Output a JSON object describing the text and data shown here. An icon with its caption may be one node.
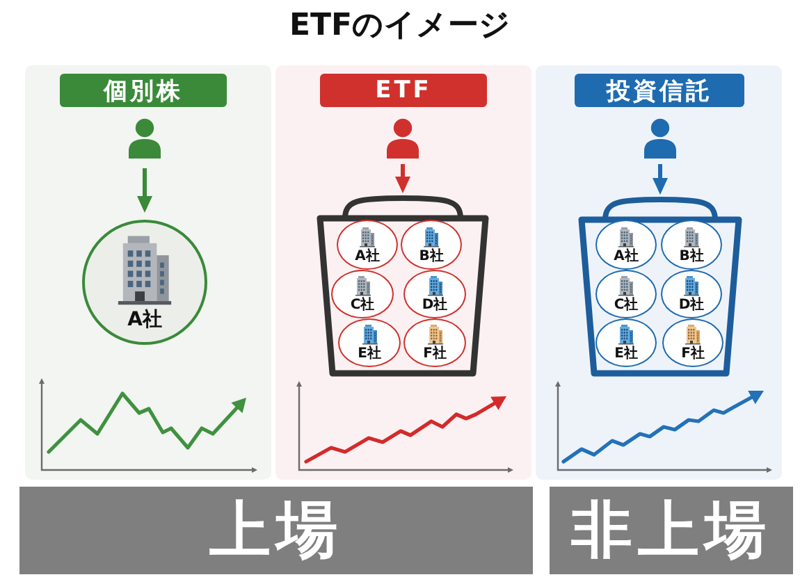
{
  "diagram": {
    "title": "ETFのイメージ",
    "nodes": [
      {
        "text": [],
        "shape": "box"
      },
      {
        "text": [
          "個別株"
        ],
        "in": 0
      },
      {
        "text": [],
        "shape": "person",
        "in": 0
      },
      {
        "text": [
          "A社"
        ],
        "in": 0
      },
      {
        "text": [],
        "shape": "box"
      },
      {
        "text": [
          "ETF"
        ],
        "in": 4
      },
      {
        "text": [],
        "shape": "person",
        "in": 4
      },
      {
        "text": [],
        "shape": "basket",
        "in": 4
      },
      {
        "text": [
          "A社"
        ],
        "in": 7
      },
      {
        "text": [
          "B社"
        ],
        "in": 7
      },
      {
        "text": [
          "C社"
        ],
        "in": 7
      },
      {
        "text": [
          "D社"
        ],
        "in": 7
      },
      {
        "text": [
          "E社"
        ],
        "in": 7
      },
      {
        "text": [
          "F社"
        ],
        "in": 7
      },
      {
        "text": [],
        "shape": "box"
      },
      {
        "text": [
          "投資信託"
        ],
        "in": 14
      },
      {
        "text": [],
        "shape": "person",
        "in": 14
      },
      {
        "text": [],
        "shape": "basket",
        "in": 14
      },
      {
        "text": [
          "A社"
        ],
        "in": 17
      },
      {
        "text": [
          "B社"
        ],
        "in": 17
      },
      {
        "text": [
          "C社"
        ],
        "in": 17
      },
      {
        "text": [
          "D社"
        ],
        "in": 17
      },
      {
        "text": [
          "E社"
        ],
        "in": 17
      },
      {
        "text": [
          "F社"
        ],
        "in": 17
      },
      {
        "text": [
          "上場"
        ]
      },
      {
        "text": [
          "非上場"
        ]
      }
    ],
    "edges": [
      {
        "from": 2,
        "to": 3,
        "arrow": "to",
        "color": "#3a8a3a"
      },
      {
        "from": 6,
        "to": 7,
        "arrow": "to",
        "color": "#d0312d"
      },
      {
        "from": 16,
        "to": 17,
        "arrow": "to",
        "color": "#1f6bb0"
      }
    ]
  }
}
